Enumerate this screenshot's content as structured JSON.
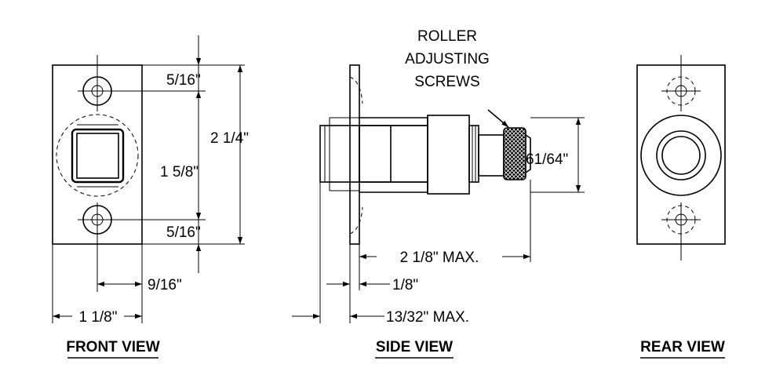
{
  "views": {
    "front": "FRONT VIEW",
    "side": "SIDE VIEW",
    "rear": "REAR VIEW"
  },
  "dimensions": {
    "front_top_offset": "5/16\"",
    "front_overall_height": "2 1/4\"",
    "front_center_spacing": "1 5/8\"",
    "front_bottom_offset": "5/16\"",
    "front_half_width": "9/16\"",
    "front_width": "1 1/8\"",
    "side_depth": "2 1/8\" MAX.",
    "side_plate_thickness": "1/8\"",
    "side_projection": "13/32\" MAX.",
    "side_diameter": "61/64\""
  },
  "callout": {
    "line1": "ROLLER",
    "line2": "ADJUSTING",
    "line3": "SCREWS"
  }
}
